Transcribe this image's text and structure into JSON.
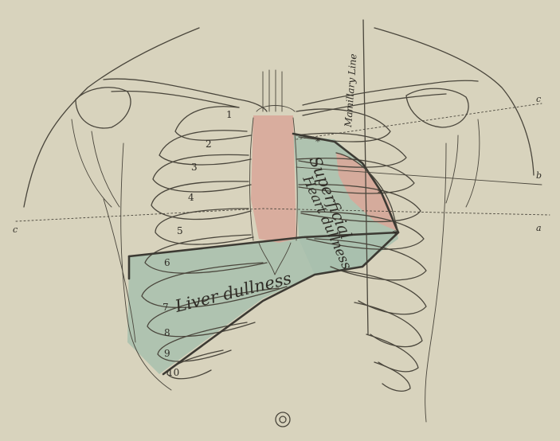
{
  "labels": {
    "mamillary_line": "Mamillary Line",
    "superficial": "Superficial",
    "heart_dullness": "Heart dullness",
    "liver_dullness": "Liver dullness"
  },
  "rib_numbers": [
    "1",
    "2",
    "3",
    "4",
    "5",
    "6",
    "7",
    "8",
    "9",
    "10"
  ],
  "line_letters": {
    "c_right": "c",
    "b_right": "b",
    "a_right": "a",
    "c_left": "c"
  },
  "colors": {
    "paper": "#d8d3bd",
    "heart_area": "#d9a89a",
    "dullness_area": "#a8bfae",
    "ink": "#4a463c"
  },
  "icons": {
    "bottom_mark": "concentric-circle-icon"
  }
}
